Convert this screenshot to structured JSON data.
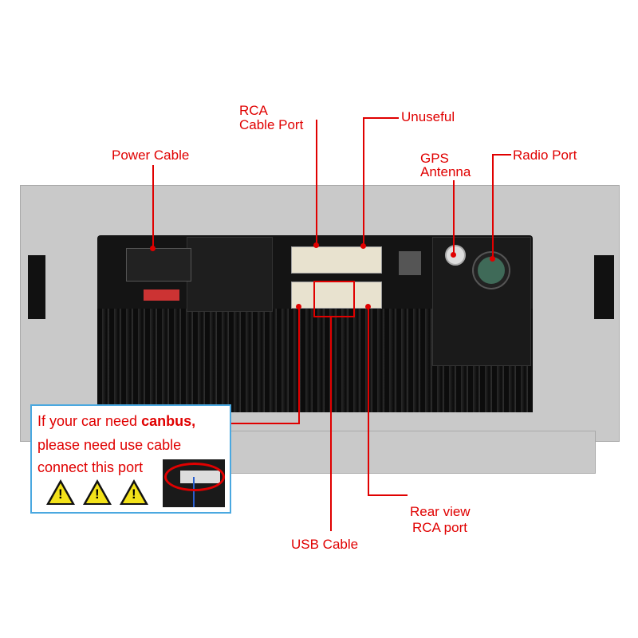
{
  "labels": {
    "power_cable": "Power Cable",
    "rca_line1": "RCA",
    "rca_line2": "Cable Port",
    "unuseful": "Unuseful",
    "gps_line1": "GPS",
    "gps_line2": "Antenna",
    "radio_port": "Radio Port",
    "usb_cable": "USB Cable",
    "rear_line1": "Rear view",
    "rear_line2": "RCA port"
  },
  "canbus_note": {
    "line1_prefix": "If your car need ",
    "line1_bold": "canbus",
    "line1_suffix": ",",
    "line2": "please need use cable",
    "line3": "connect this port",
    "warning_icons": [
      "warning-icon",
      "warning-icon",
      "warning-icon"
    ],
    "warning_glyph": "!"
  },
  "colors": {
    "annotation": "#e00000",
    "note_border": "#4aa8e0"
  }
}
